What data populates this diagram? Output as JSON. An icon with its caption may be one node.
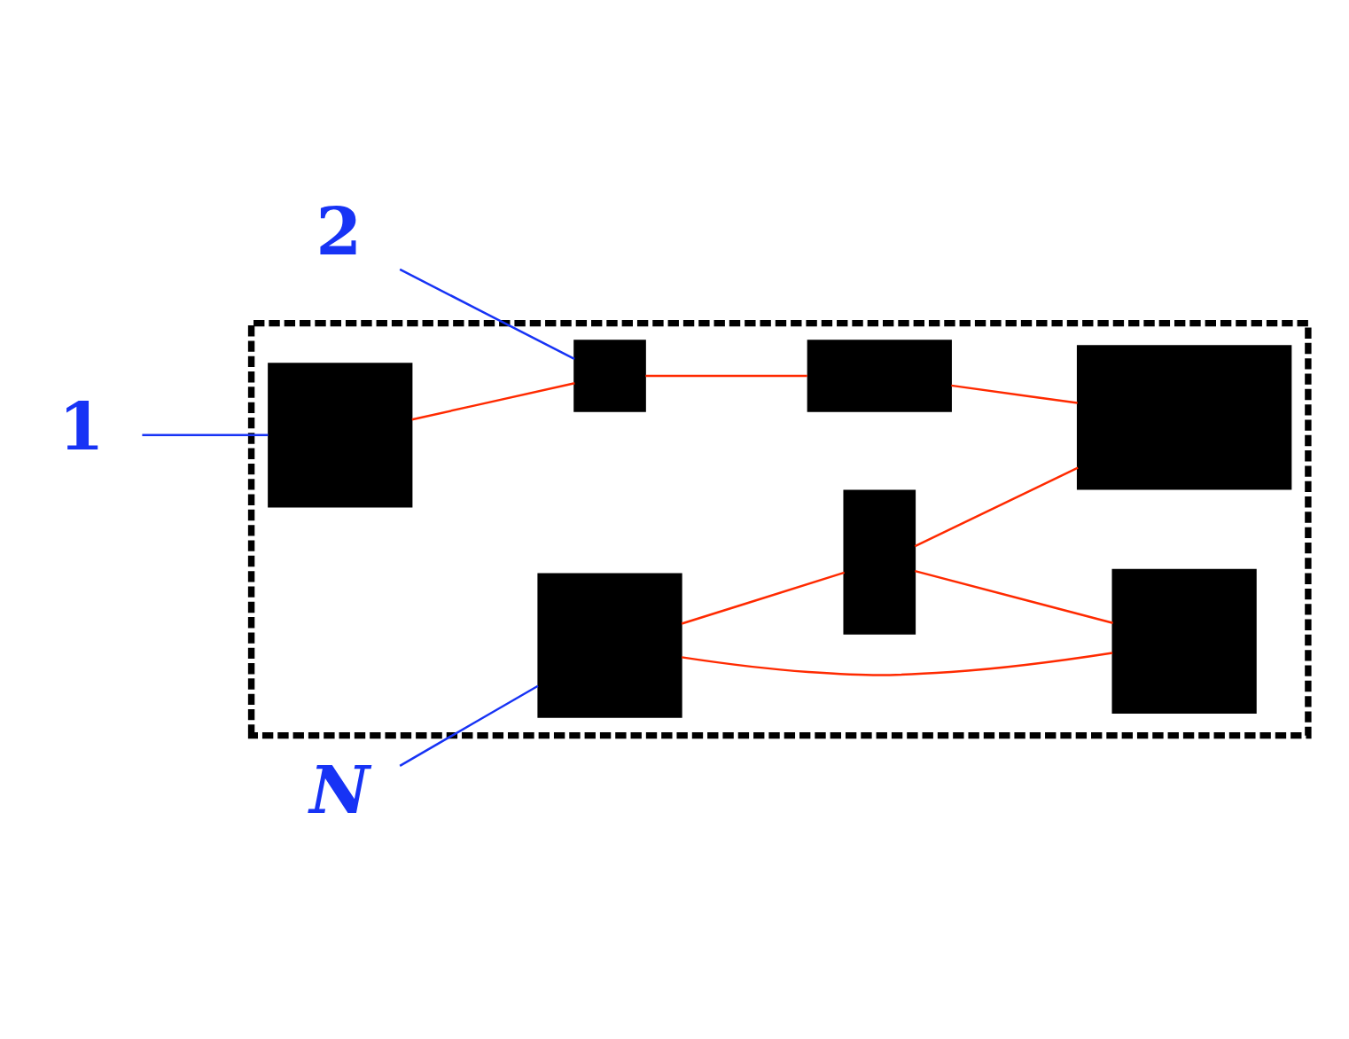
{
  "diagram": {
    "nodes": [
      {
        "text": [],
        "shape": "box"
      },
      {
        "text": [],
        "shape": "box",
        "in": 0
      },
      {
        "text": [],
        "shape": "box",
        "in": 0
      },
      {
        "text": [],
        "shape": "box",
        "in": 0
      },
      {
        "text": [],
        "shape": "box",
        "in": 0
      },
      {
        "text": [],
        "shape": "box",
        "in": 0
      },
      {
        "text": [],
        "shape": "box",
        "in": 0
      },
      {
        "text": [],
        "shape": "box",
        "in": 0
      },
      {
        "text": [
          "1"
        ]
      },
      {
        "text": [
          "2"
        ]
      },
      {
        "text": [
          "N"
        ]
      }
    ],
    "edges": [
      {
        "from": 8,
        "to": 1,
        "arrow": "none",
        "color": "#1733f5"
      },
      {
        "from": 9,
        "to": 3,
        "arrow": "none",
        "color": "#1733f5"
      },
      {
        "from": 10,
        "to": 7,
        "arrow": "none",
        "color": "#1733f5"
      },
      {
        "from": 1,
        "to": 3,
        "arrow": "none"
      },
      {
        "from": 3,
        "to": 2,
        "arrow": "none"
      },
      {
        "from": 2,
        "to": 5,
        "arrow": "none"
      },
      {
        "from": 4,
        "to": 5,
        "arrow": "none"
      },
      {
        "from": 4,
        "to": 6,
        "arrow": "none"
      },
      {
        "from": 7,
        "to": 4,
        "arrow": "none"
      },
      {
        "from": 7,
        "to": 6,
        "arrow": "none"
      }
    ]
  }
}
